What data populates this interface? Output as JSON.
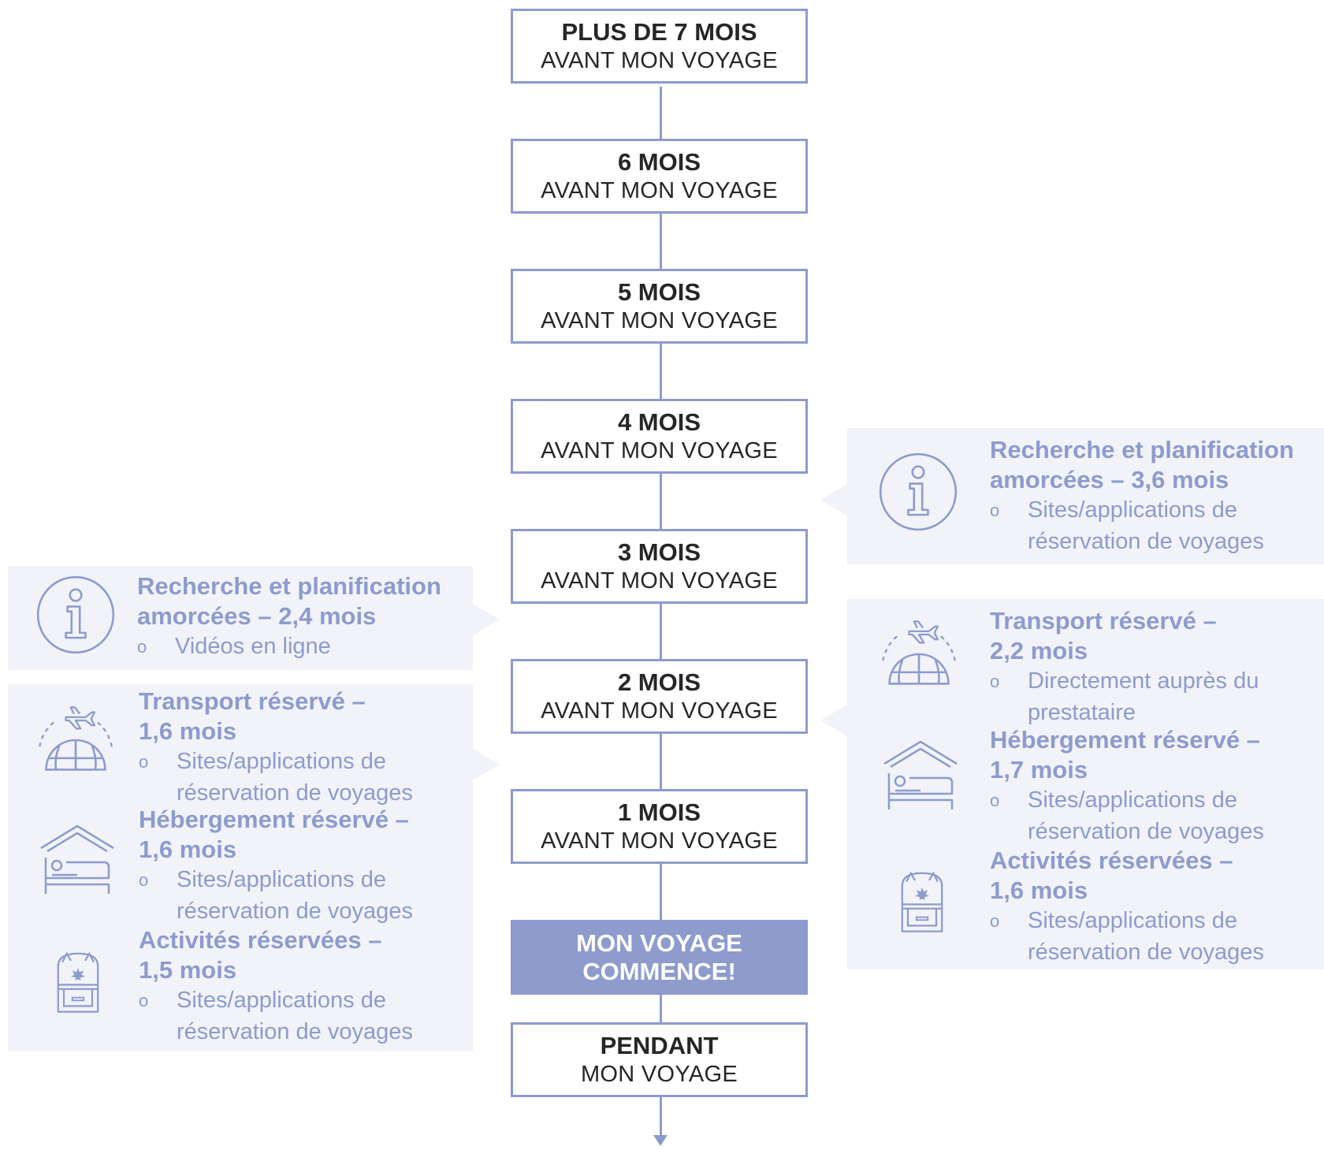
{
  "timeline": {
    "boxes": [
      {
        "head": "PLUS DE 7 MOIS",
        "sub": "AVANT MON VOYAGE"
      },
      {
        "head": "6 MOIS",
        "sub": "AVANT MON VOYAGE"
      },
      {
        "head": "5 MOIS",
        "sub": "AVANT MON VOYAGE"
      },
      {
        "head": "4 MOIS",
        "sub": "AVANT MON VOYAGE"
      },
      {
        "head": "3 MOIS",
        "sub": "AVANT MON VOYAGE"
      },
      {
        "head": "2 MOIS",
        "sub": "AVANT MON VOYAGE"
      },
      {
        "head": "1 MOIS",
        "sub": "AVANT MON VOYAGE"
      },
      {
        "head": "MON VOYAGE",
        "sub": "COMMENCE!"
      },
      {
        "head": "PENDANT",
        "sub": "MON VOYAGE"
      }
    ]
  },
  "left": {
    "research": {
      "title1": "Recherche et planification",
      "title2": "amorcées – 2,4 mois",
      "bullet": "o",
      "item1": "Vidéos en ligne"
    },
    "booking": {
      "transport": {
        "title1": "Transport réservé –",
        "title2": "1,6 mois",
        "item1": "Sites/applications de",
        "item2": "réservation de voyages"
      },
      "lodging": {
        "title1": "Hébergement réservé –",
        "title2": "1,6 mois",
        "item1": "Sites/applications de",
        "item2": "réservation de voyages"
      },
      "activities": {
        "title1": "Activités réservées –",
        "title2": "1,5 mois",
        "item1": "Sites/applications de",
        "item2": "réservation de voyages"
      }
    }
  },
  "right": {
    "research": {
      "title1": "Recherche et planification",
      "title2": "amorcées – 3,6 mois",
      "item1": "Sites/applications de",
      "item2": "réservation de voyages"
    },
    "booking": {
      "transport": {
        "title1": "Transport réservé –",
        "title2": "2,2 mois",
        "item1": "Directement auprès du",
        "item2": "prestataire"
      },
      "lodging": {
        "title1": "Hébergement réservé –",
        "title2": "1,7 mois",
        "item1": "Sites/applications de",
        "item2": "réservation de voyages"
      },
      "activities": {
        "title1": "Activités réservées –",
        "title2": "1,6 mois",
        "item1": "Sites/applications de",
        "item2": "réservation de voyages"
      }
    }
  },
  "colors": {
    "accent": "#8d9bcd",
    "panel": "#f1f3f9",
    "box_text": "#262626"
  },
  "icons": [
    "info-icon",
    "plane-globe-icon",
    "house-bed-icon",
    "backpack-icon"
  ]
}
